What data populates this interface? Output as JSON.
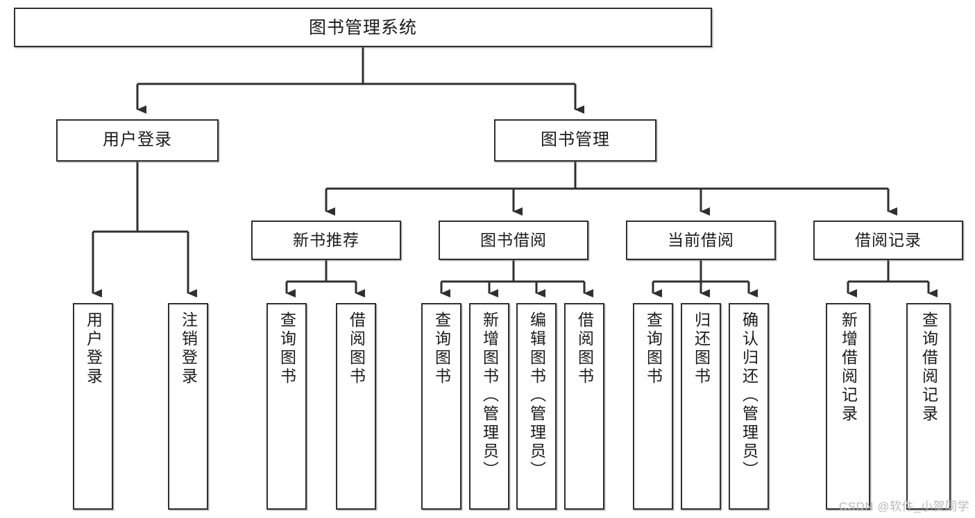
{
  "diagram": {
    "type": "tree-hierarchy",
    "title": "图书管理系统",
    "stroke_color": "#2f2f2f",
    "background_color": "#ffffff",
    "root": {
      "id": "root",
      "label": "图书管理系统"
    },
    "level2": [
      {
        "id": "user-login",
        "label": "用户登录"
      },
      {
        "id": "book-manage",
        "label": "图书管理"
      }
    ],
    "level3": [
      {
        "id": "new-book-rec",
        "label": "新书推荐",
        "parent": "book-manage"
      },
      {
        "id": "book-borrow",
        "label": "图书借阅",
        "parent": "book-manage"
      },
      {
        "id": "current-borrow",
        "label": "当前借阅",
        "parent": "book-manage"
      },
      {
        "id": "borrow-record",
        "label": "借阅记录",
        "parent": "book-manage"
      }
    ],
    "leaves": [
      {
        "id": "leaf-user-login",
        "label": "用户登录",
        "parent": "user-login"
      },
      {
        "id": "leaf-user-logout",
        "label": "注销登录",
        "parent": "user-login"
      },
      {
        "id": "leaf-query-book-1",
        "label": "查询图书",
        "parent": "new-book-rec"
      },
      {
        "id": "leaf-borrow-book-1",
        "label": "借阅图书",
        "parent": "new-book-rec"
      },
      {
        "id": "leaf-query-book-2",
        "label": "查询图书",
        "parent": "book-borrow"
      },
      {
        "id": "leaf-add-book",
        "label": "新增图书（管理员）",
        "parent": "book-borrow"
      },
      {
        "id": "leaf-edit-book",
        "label": "编辑图书（管理员）",
        "parent": "book-borrow"
      },
      {
        "id": "leaf-borrow-book-2",
        "label": "借阅图书",
        "parent": "book-borrow"
      },
      {
        "id": "leaf-query-book-3",
        "label": "查询图书",
        "parent": "current-borrow"
      },
      {
        "id": "leaf-return-book",
        "label": "归还图书",
        "parent": "current-borrow"
      },
      {
        "id": "leaf-confirm-return",
        "label": "确认归还（管理员）",
        "parent": "current-borrow"
      },
      {
        "id": "leaf-add-record",
        "label": "新增借阅记录",
        "parent": "borrow-record"
      },
      {
        "id": "leaf-query-record",
        "label": "查询借阅记录",
        "parent": "borrow-record"
      }
    ]
  },
  "watermark": {
    "text": "CSDN @软件_小贺同学"
  }
}
